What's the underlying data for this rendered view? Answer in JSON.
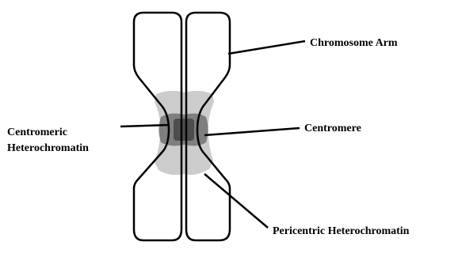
{
  "labels": {
    "chromosome_arm": "Chromosome Arm",
    "centromere": "Centromere",
    "centromeric_line1": "Centromeric",
    "centromeric_line2": "Heterochromatin",
    "pericentric": "Pericentric Heterochromatin"
  },
  "colors": {
    "outline": "#000000",
    "pericentric_fill": "#cccccc",
    "centromeric_fill": "#7f7f7f",
    "centromere_core": "#4d4d4d",
    "background": "#ffffff"
  }
}
